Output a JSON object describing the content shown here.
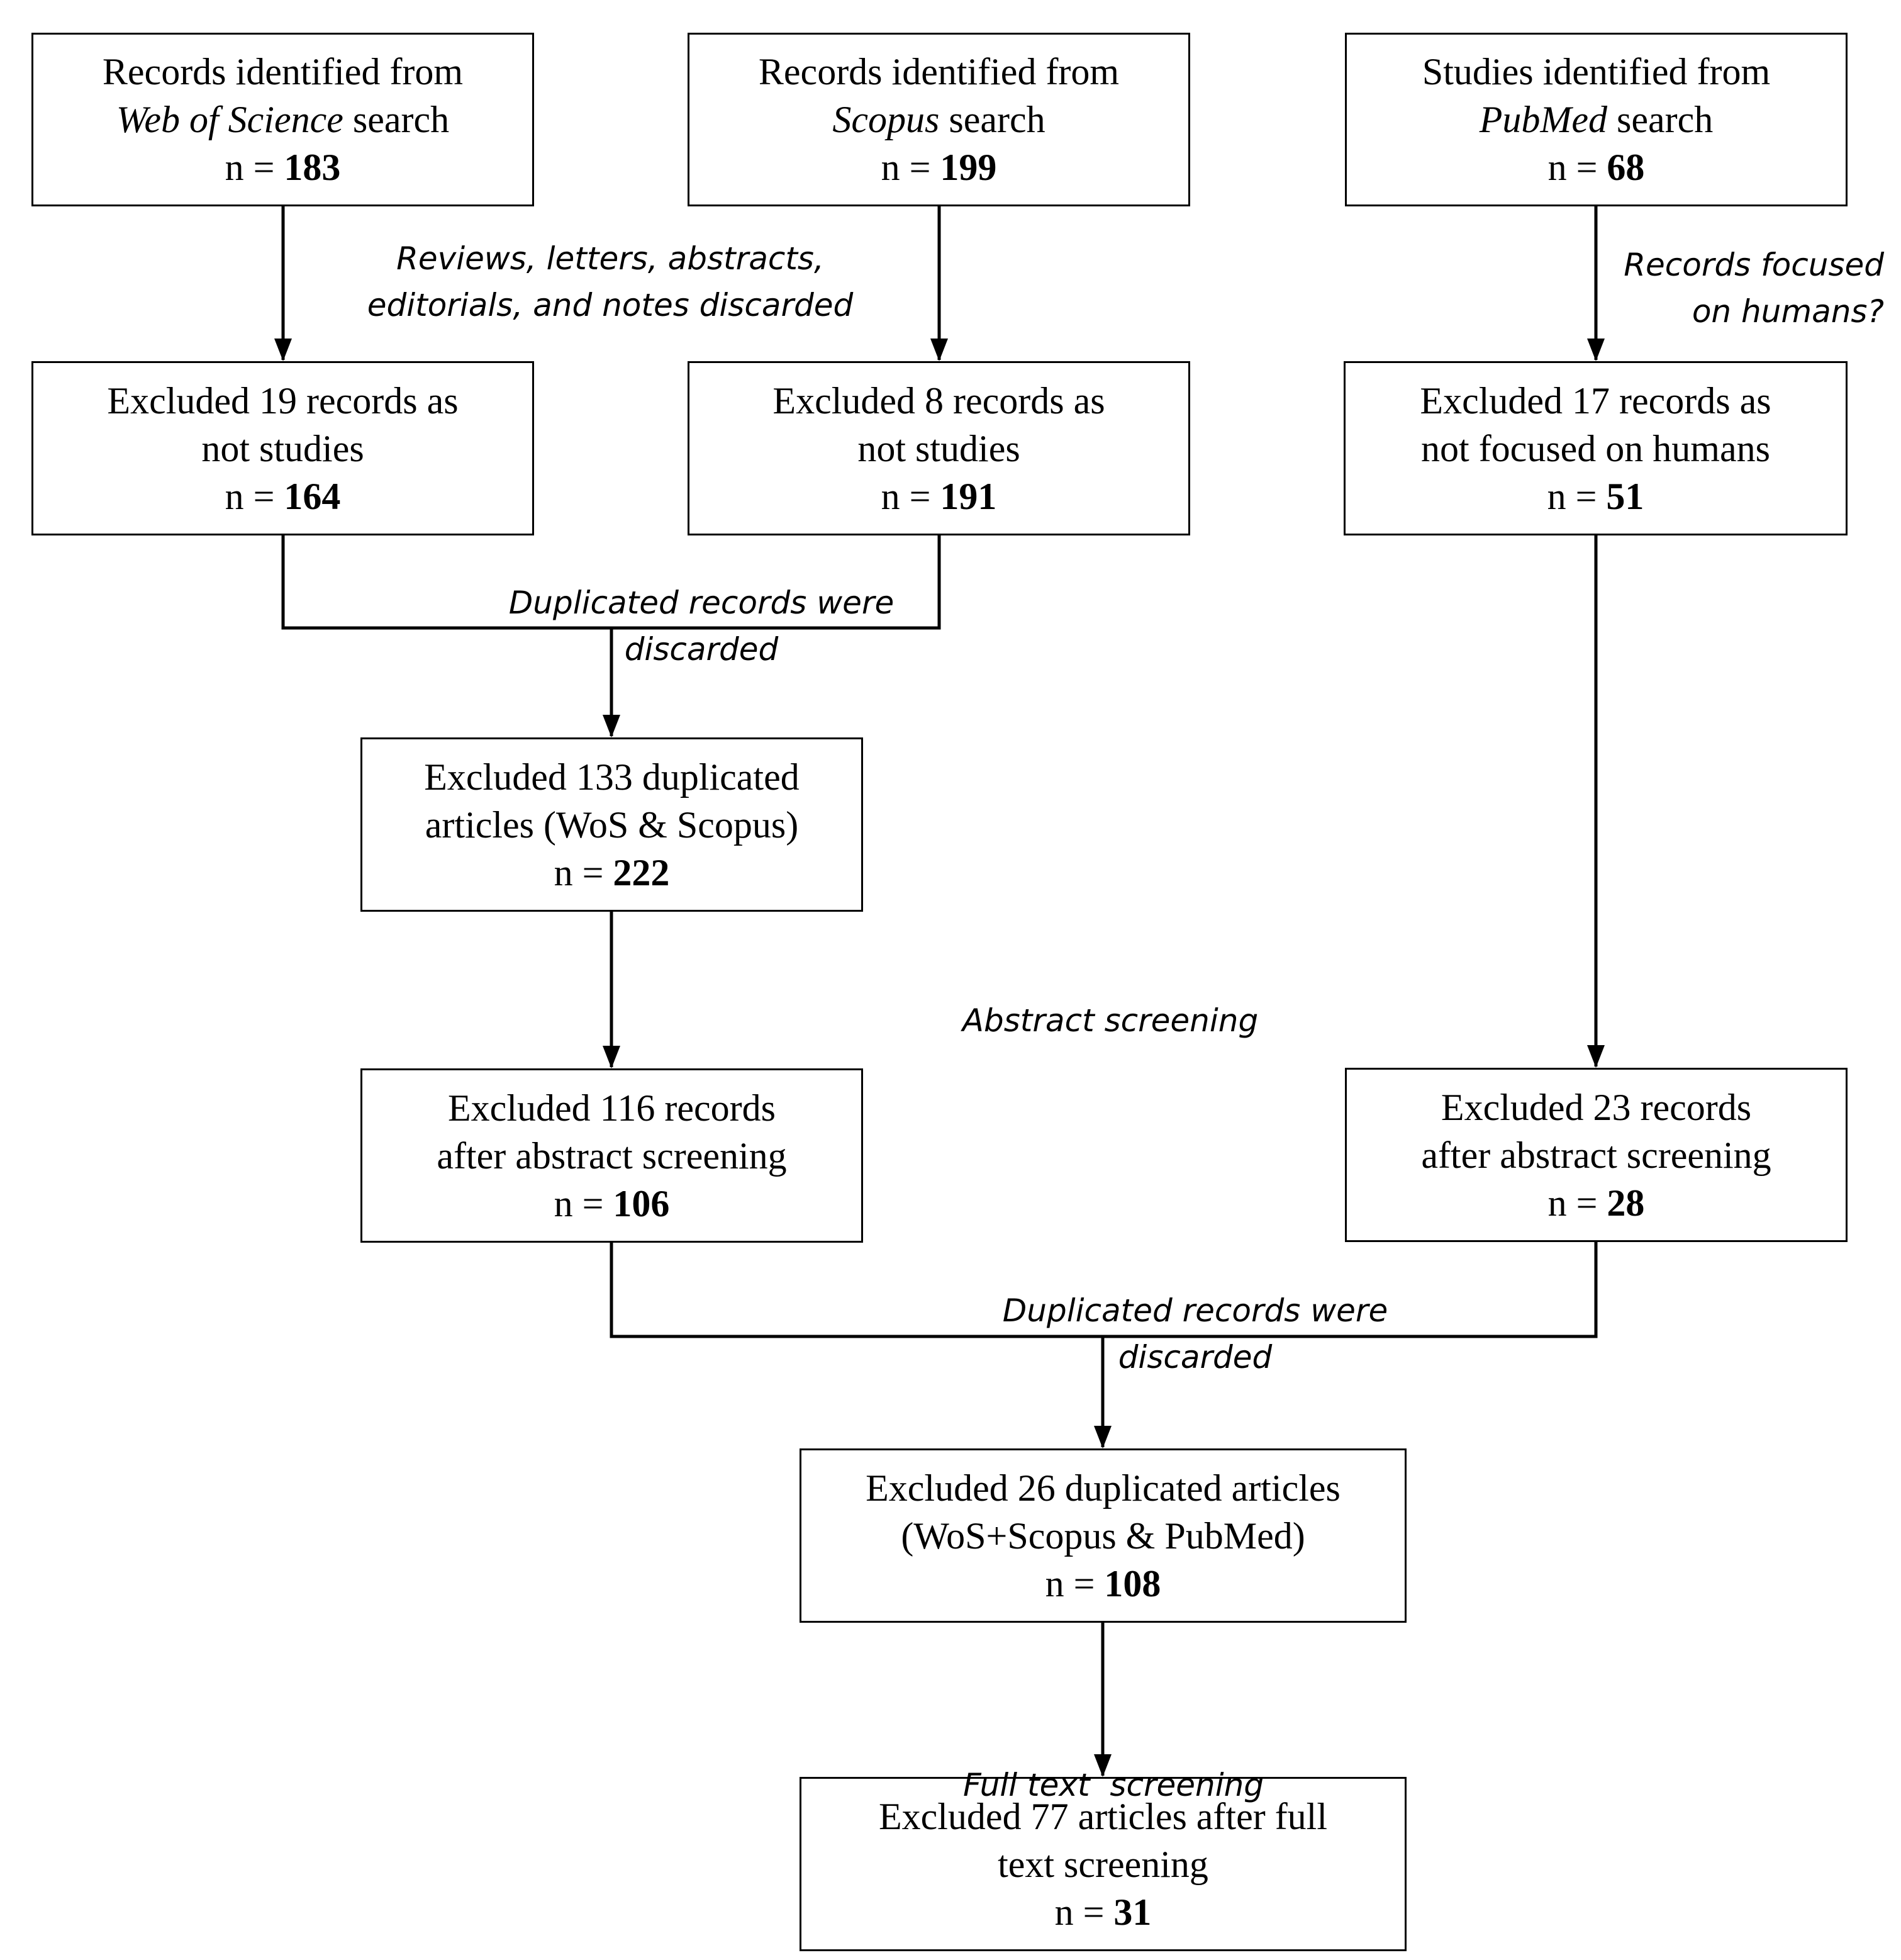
{
  "boxes": {
    "wos_identified": {
      "lines": [
        "Records identified from"
      ],
      "italic": "Web of Science",
      "after": " search",
      "count_prefix": "n = ",
      "count": "183"
    },
    "scopus_identified": {
      "lines": [
        "Records identified from"
      ],
      "italic": "Scopus",
      "after": " search",
      "count_prefix": "n = ",
      "count": "199"
    },
    "pubmed_identified": {
      "lines": [
        "Studies identified from"
      ],
      "italic": "PubMed",
      "after": " search",
      "count_prefix": "n = ",
      "count": "68"
    },
    "wos_excluded": {
      "lines": [
        "Excluded 19 records as",
        "not studies"
      ],
      "count_prefix": "n = ",
      "count": "164"
    },
    "scopus_excluded": {
      "lines": [
        "Excluded 8 records as",
        "not studies"
      ],
      "count_prefix": "n = ",
      "count": "191"
    },
    "pubmed_excluded": {
      "lines": [
        "Excluded 17 records as",
        "not focused on humans"
      ],
      "count_prefix": "n = ",
      "count": "51"
    },
    "dup_wos_scopus": {
      "lines": [
        "Excluded 133 duplicated",
        "articles (WoS & Scopus)"
      ],
      "count_prefix": "n = ",
      "count": "222"
    },
    "abstract_left": {
      "lines": [
        "Excluded 116 records",
        "after abstract screening"
      ],
      "count_prefix": "n = ",
      "count": "106"
    },
    "abstract_right": {
      "lines": [
        "Excluded 23 records",
        "after abstract screening"
      ],
      "count_prefix": "n = ",
      "count": "28"
    },
    "dup_all": {
      "lines": [
        "Excluded 26 duplicated articles",
        "(WoS+Scopus & PubMed)"
      ],
      "count_prefix": "n = ",
      "count": "108"
    },
    "fulltext": {
      "lines": [
        "Excluded 77 articles after full",
        "text screening"
      ],
      "count_prefix": "n = ",
      "count": "31"
    }
  },
  "notes": {
    "reviews_discarded": [
      "Reviews, letters, abstracts,",
      "editorials, and notes discarded"
    ],
    "focused_humans": [
      "Records focused",
      "on humans?"
    ],
    "dup_discarded_1": [
      "Duplicated records were",
      "discarded"
    ],
    "abstract_screening": [
      "Abstract screening"
    ],
    "dup_discarded_2": [
      "Duplicated records were",
      "discarded"
    ],
    "fulltext_screening": [
      "Full text  screening"
    ]
  },
  "colors": {
    "stroke": "#000000",
    "background": "#ffffff"
  }
}
